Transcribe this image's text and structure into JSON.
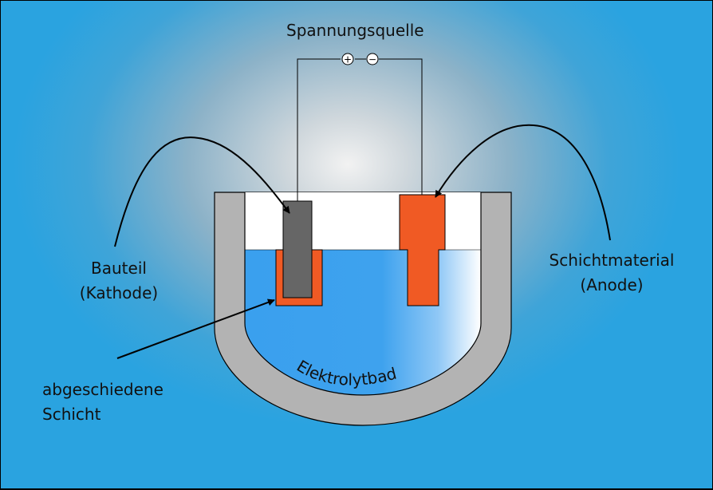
{
  "labels": {
    "voltage_source": "Spannungsquelle",
    "plus_sign": "+",
    "minus_sign": "−",
    "cathode_line1": "Bauteil",
    "cathode_line2": "(Kathode)",
    "anode_line1": "Schichtmaterial",
    "anode_line2": "(Anode)",
    "layer_line1": "abgeschiedene",
    "layer_line2": "Schicht",
    "electrolyte": "Elektrolytbad"
  },
  "colors": {
    "cathode": "#666666",
    "anode_and_layer": "#f05a24",
    "container": "#b3b3b3",
    "electrolyte": "#3aa0ee",
    "background_edge": "#2aa3e0"
  }
}
